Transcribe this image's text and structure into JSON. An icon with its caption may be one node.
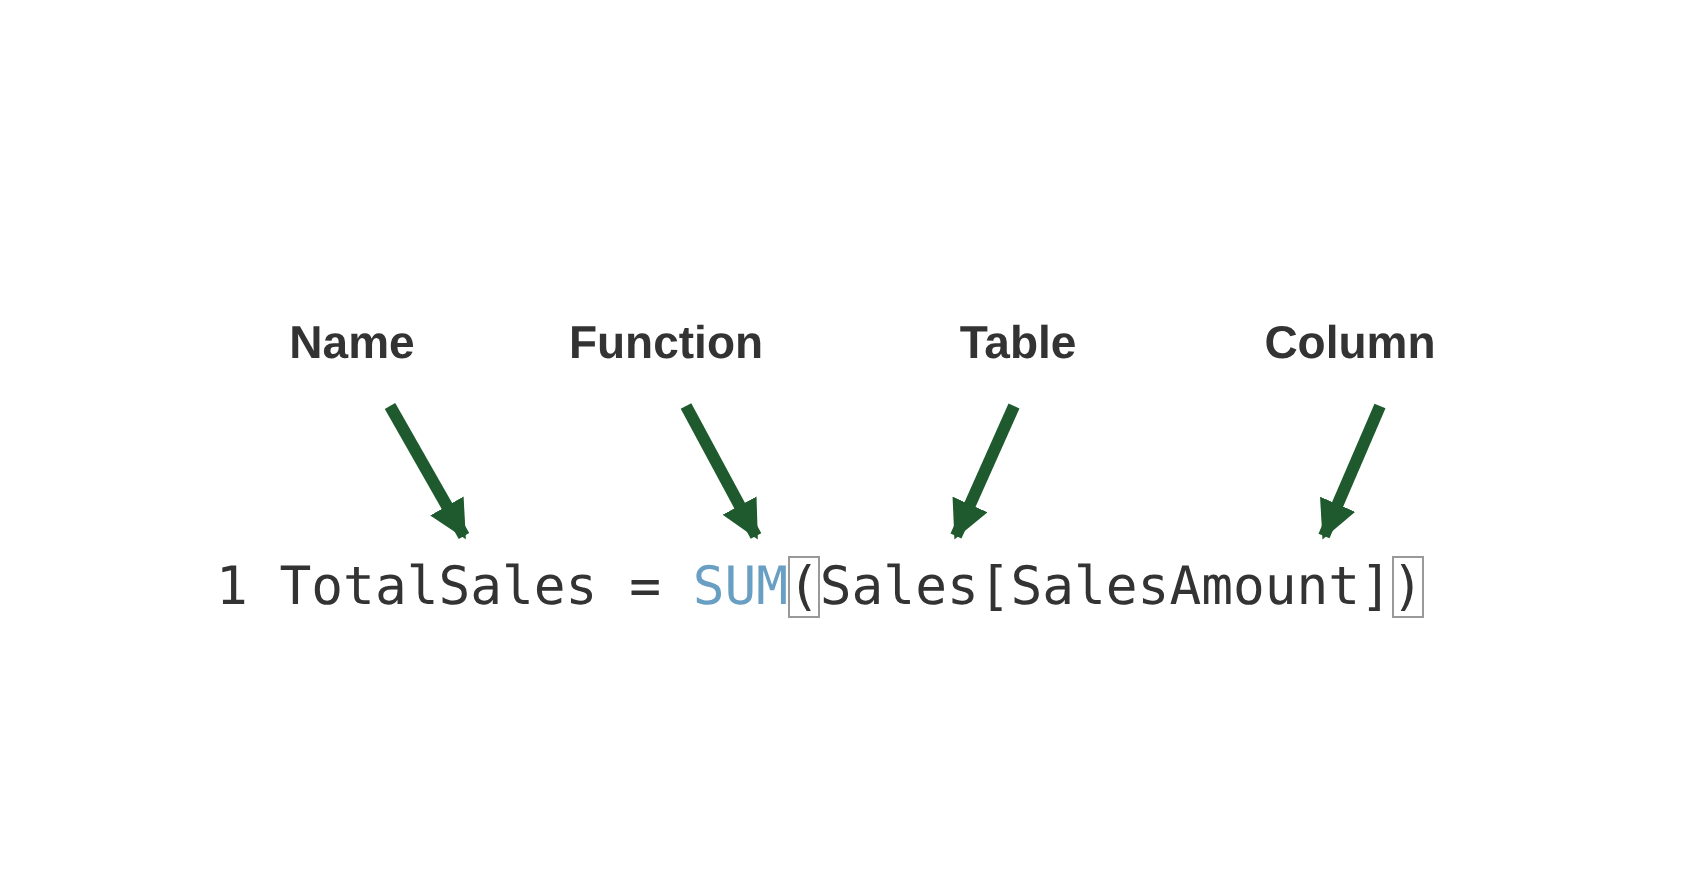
{
  "diagram": {
    "nodes": [
      {
        "text": [
          "Name"
        ]
      },
      {
        "text": [
          "Function"
        ]
      },
      {
        "text": [
          "Table"
        ]
      },
      {
        "text": [
          "Column"
        ]
      },
      {
        "text": [
          "TotalSales"
        ]
      },
      {
        "text": [
          "SUM"
        ]
      },
      {
        "text": [
          "Sales"
        ]
      },
      {
        "text": [
          "SalesAmount"
        ]
      }
    ],
    "edges": [
      {
        "from": 0,
        "to": 4,
        "arrow": "to"
      },
      {
        "from": 1,
        "to": 5,
        "arrow": "to"
      },
      {
        "from": 2,
        "to": 6,
        "arrow": "to"
      },
      {
        "from": 3,
        "to": 7,
        "arrow": "to"
      }
    ],
    "labels": [
      "1",
      "=",
      "(",
      "[",
      "]",
      ")"
    ]
  }
}
